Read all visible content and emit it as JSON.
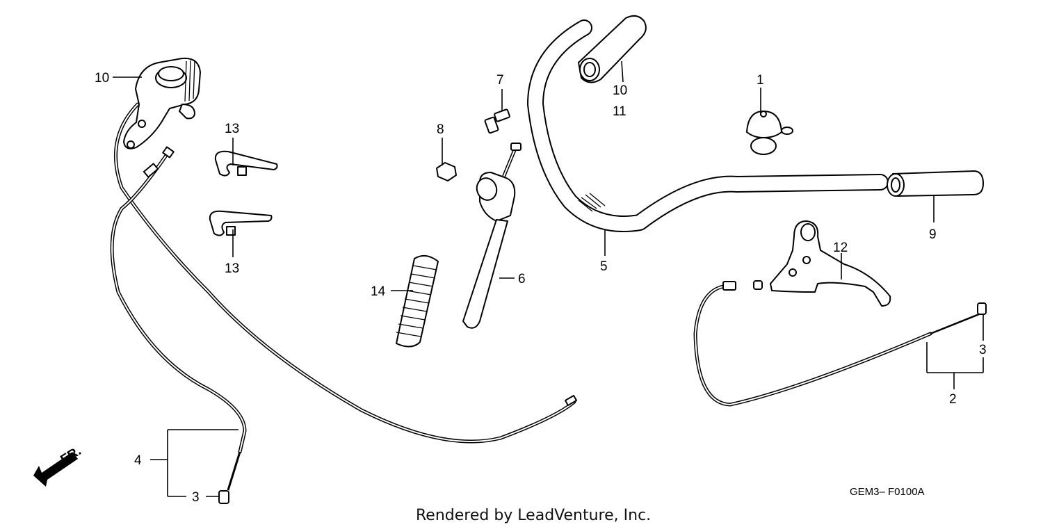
{
  "callouts": {
    "c1": "1",
    "c2": "2",
    "c3a": "3",
    "c3b": "3",
    "c4": "4",
    "c5": "5",
    "c6": "6",
    "c7": "7",
    "c8": "8",
    "c9": "9",
    "c10a": "10",
    "c10b": "10",
    "c11": "11",
    "c12": "12",
    "c13a": "13",
    "c13b": "13",
    "c14": "14"
  },
  "front_marker": "FR.",
  "diagram_code": "GEM3– F0100A",
  "credit": "Rendered by LeadVenture, Inc."
}
